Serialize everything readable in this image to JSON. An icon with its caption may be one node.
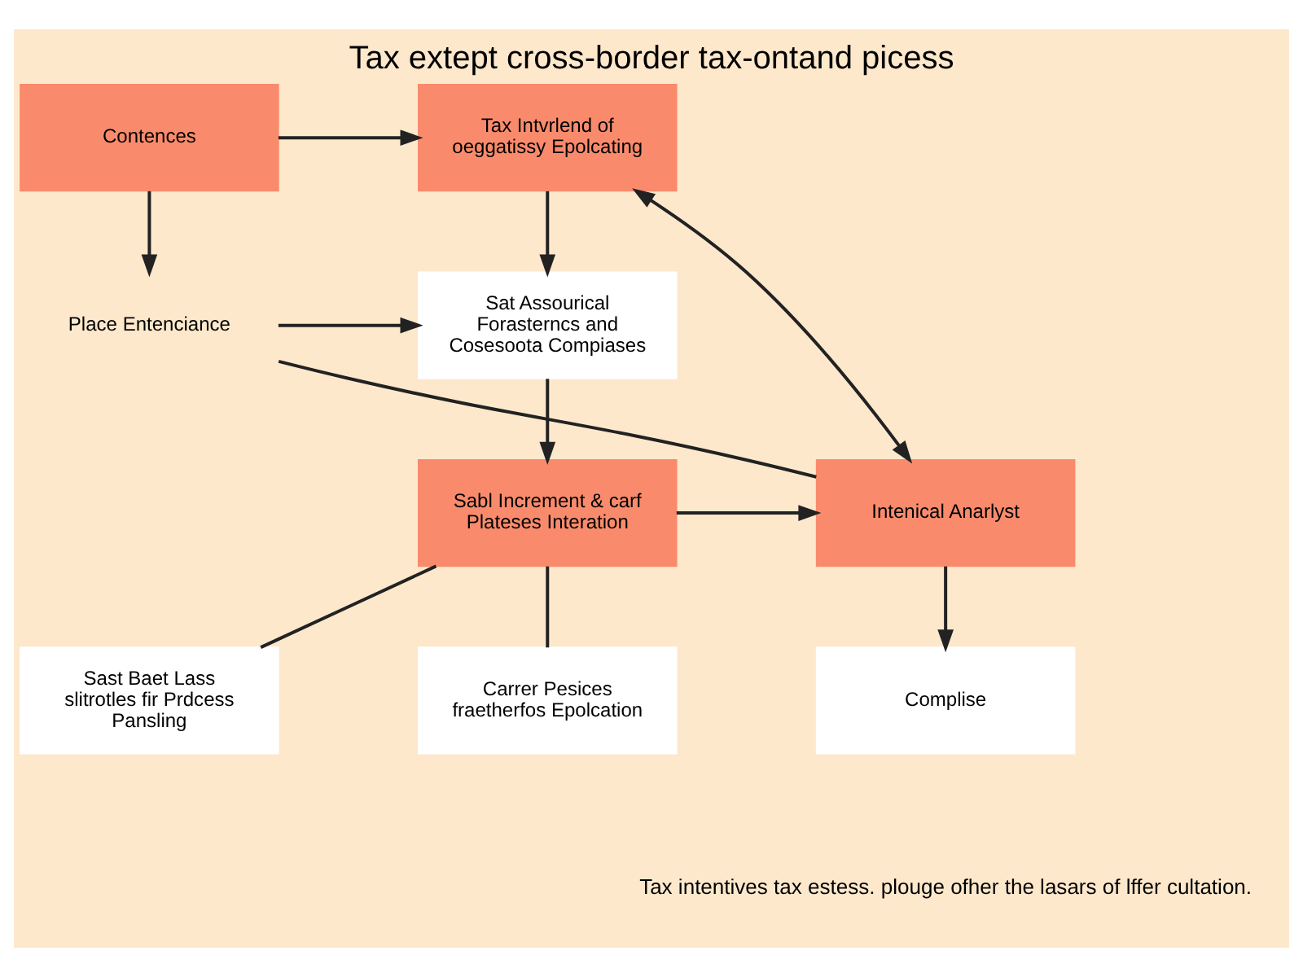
{
  "diagram": {
    "title": "Tax extept cross-border tax-ontand picess",
    "caption": "Tax intentives tax estess. plouge ofher the lasars of lffer cultation.",
    "nodes": [
      {
        "text": [
          "Contences"
        ]
      },
      {
        "text": [
          "Tax Intvrlend of oeggatissy Epolcating"
        ]
      },
      {
        "text": [
          "Place Entenciance"
        ]
      },
      {
        "text": [
          "Sat Assourical Forasterncs and Cosesoota Compiases"
        ]
      },
      {
        "text": [
          "Intenical Anarlyst"
        ]
      },
      {
        "text": [
          "Sabl Increment & carf Plateses Interation"
        ]
      },
      {
        "text": [
          "Complise"
        ]
      },
      {
        "text": [
          "Sast Baet Lass slitrotles fir Prdcess Pansling"
        ]
      },
      {
        "text": [
          "Carrer Pesices fraetherfos Epolcation"
        ]
      }
    ],
    "edges": [
      {
        "from": 0,
        "to": 1,
        "arrow": "to"
      },
      {
        "from": 0,
        "to": 2,
        "arrow": "to"
      },
      {
        "from": 2,
        "to": 3,
        "arrow": "to"
      },
      {
        "from": 4,
        "to": 1,
        "arrow": "both"
      },
      {
        "from": 2,
        "to": 4,
        "arrow": "none"
      },
      {
        "from": 1,
        "to": 3,
        "arrow": "to"
      },
      {
        "from": 3,
        "to": 5,
        "arrow": "to"
      },
      {
        "from": 5,
        "to": 4,
        "arrow": "to"
      },
      {
        "from": 4,
        "to": 6,
        "arrow": "to"
      },
      {
        "from": 5,
        "to": 7,
        "arrow": "none"
      },
      {
        "from": 5,
        "to": 8,
        "arrow": "none"
      }
    ]
  }
}
